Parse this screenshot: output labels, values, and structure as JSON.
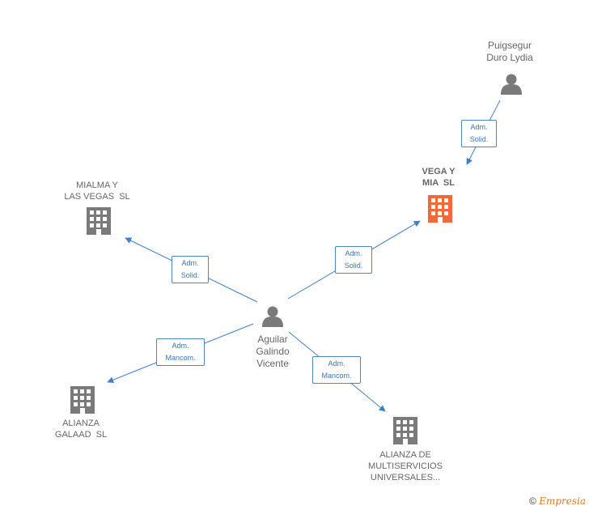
{
  "colors": {
    "edge": "#3d7fd1",
    "company": "#7a7a7a",
    "company_focus": "#f26a3c",
    "person": "#7a7a7a"
  },
  "nodes": {
    "puigsegur": {
      "type": "person",
      "label": "Puigsegur\nDuro Lydia"
    },
    "vega": {
      "type": "company-focus",
      "label": "VEGA Y\nMIA  SL"
    },
    "mialma": {
      "type": "company",
      "label": "MIALMA Y\nLAS VEGAS  SL"
    },
    "aguilar": {
      "type": "person",
      "label": "Aguilar\nGalindo\nVicente"
    },
    "galaad": {
      "type": "company",
      "label": "ALIANZA\nGALAAD  SL"
    },
    "multiservicios": {
      "type": "company",
      "label": "ALIANZA DE\nMULTISERVICIOS\nUNIVERSALES..."
    }
  },
  "edges": {
    "e1": {
      "line1": "Adm.",
      "line2": "Solid."
    },
    "e2": {
      "line1": "Adm.",
      "line2": "Solid."
    },
    "e3": {
      "line1": "Adm.",
      "line2": "Solid."
    },
    "e4": {
      "line1": "Adm.",
      "line2": "Mancom."
    },
    "e5": {
      "line1": "Adm.",
      "line2": "Mancom."
    }
  },
  "footer": {
    "copyright": "©",
    "brand": "Empresia"
  }
}
